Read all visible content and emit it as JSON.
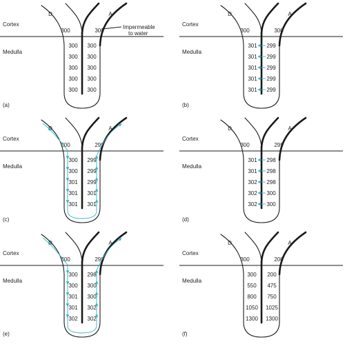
{
  "labels": {
    "cortex": "Cortex",
    "medulla": "Medulla",
    "descending": "D",
    "ascending": "A",
    "impermeable": "Impermeable",
    "to_water": "to water"
  },
  "colors": {
    "flow_arrow": "#35b3c6",
    "line": "#1a1a1a"
  },
  "panels": [
    {
      "id": "a",
      "caption": "(a)",
      "top_left": "300",
      "top_right": "300",
      "left": [
        "300",
        "300",
        "300",
        "300",
        "300"
      ],
      "right": [
        "300",
        "300",
        "300",
        "300",
        "300"
      ],
      "show_impermeable_note": true,
      "transport_arrows": false,
      "flow_loop": false
    },
    {
      "id": "b",
      "caption": "(b)",
      "top_left": "300",
      "top_right": "300",
      "left": [
        "301",
        "301",
        "301",
        "301",
        "301"
      ],
      "right": [
        "299",
        "299",
        "299",
        "299",
        "299"
      ],
      "show_impermeable_note": false,
      "transport_arrows": true,
      "flow_loop": false
    },
    {
      "id": "c",
      "caption": "(c)",
      "top_left": "300",
      "top_right": "299",
      "left": [
        "300",
        "300",
        "301",
        "301",
        "301"
      ],
      "right": [
        "299",
        "299",
        "299",
        "301",
        "301"
      ],
      "show_impermeable_note": false,
      "transport_arrows": false,
      "flow_loop": true
    },
    {
      "id": "d",
      "caption": "(d)",
      "top_left": "300",
      "top_right": "299",
      "left": [
        "301",
        "301",
        "302",
        "302",
        "302"
      ],
      "right": [
        "298",
        "298",
        "298",
        "300",
        "300"
      ],
      "show_impermeable_note": false,
      "transport_arrows": true,
      "flow_loop": false
    },
    {
      "id": "e",
      "caption": "(e)",
      "top_left": "300",
      "top_right": "298",
      "left": [
        "300",
        "300",
        "301",
        "301",
        "302"
      ],
      "right": [
        "298",
        "300",
        "300",
        "302",
        "302"
      ],
      "show_impermeable_note": false,
      "transport_arrows": false,
      "flow_loop": true
    },
    {
      "id": "f",
      "caption": "(f)",
      "top_left": "300",
      "top_right": "200",
      "left": [
        "300",
        "550",
        "800",
        "1050",
        "1300"
      ],
      "right": [
        "200",
        "475",
        "750",
        "1025",
        "1300"
      ],
      "show_impermeable_note": false,
      "transport_arrows": false,
      "flow_loop": false
    }
  ]
}
